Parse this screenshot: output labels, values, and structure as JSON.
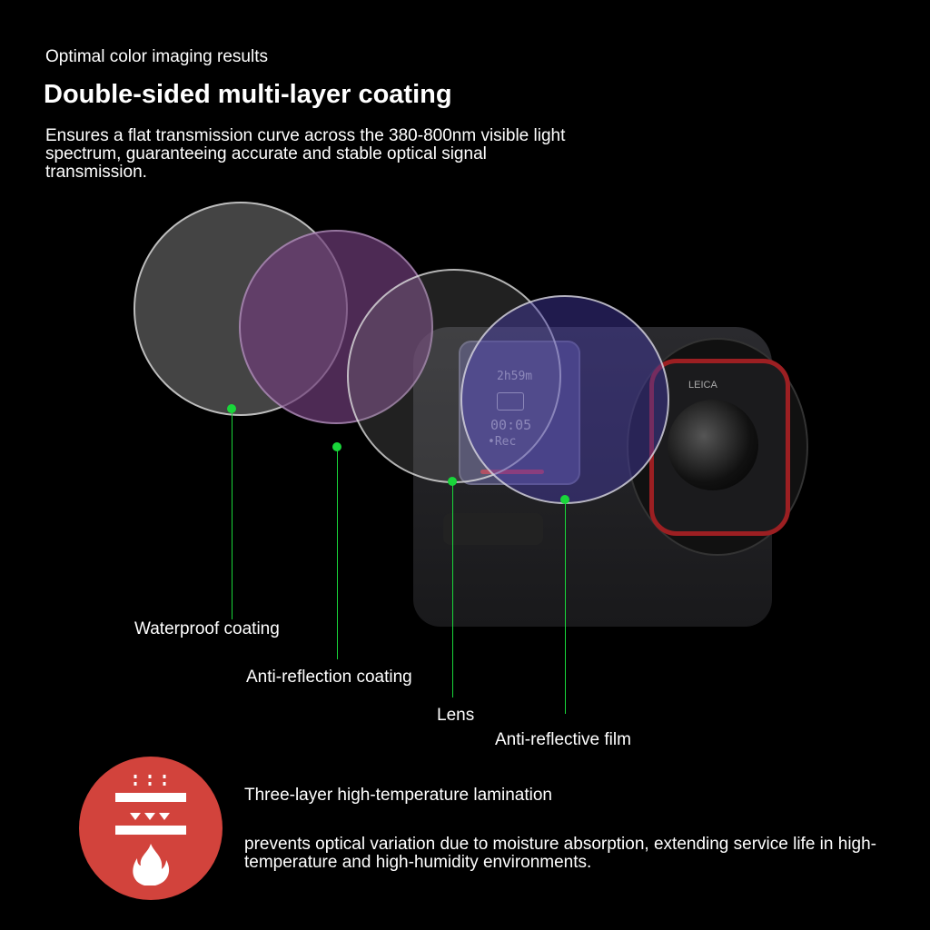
{
  "header": {
    "subtitle": "Optimal color imaging results",
    "title": "Double-sided multi-layer coating",
    "description": "Ensures a flat transmission curve across the 380-800nm visible light spectrum, guaranteeing accurate and stable optical signal transmission."
  },
  "camera_screen": {
    "remaining": "2h59m",
    "timer": "00:05",
    "status": "•Rec",
    "brand": "LEICA"
  },
  "layers": [
    {
      "label": "Waterproof coating"
    },
    {
      "label": "Anti-reflection coating"
    },
    {
      "label": "Lens"
    },
    {
      "label": "Anti-reflective film"
    }
  ],
  "feature": {
    "icon": "lamination-heat-icon",
    "title": "Three-layer high-temperature lamination",
    "text": "prevents optical variation due to moisture absorption, extending service life in high-temperature and high-humidity environments."
  },
  "colors": {
    "accent_green": "#19d63a",
    "icon_red": "#d2433c"
  }
}
